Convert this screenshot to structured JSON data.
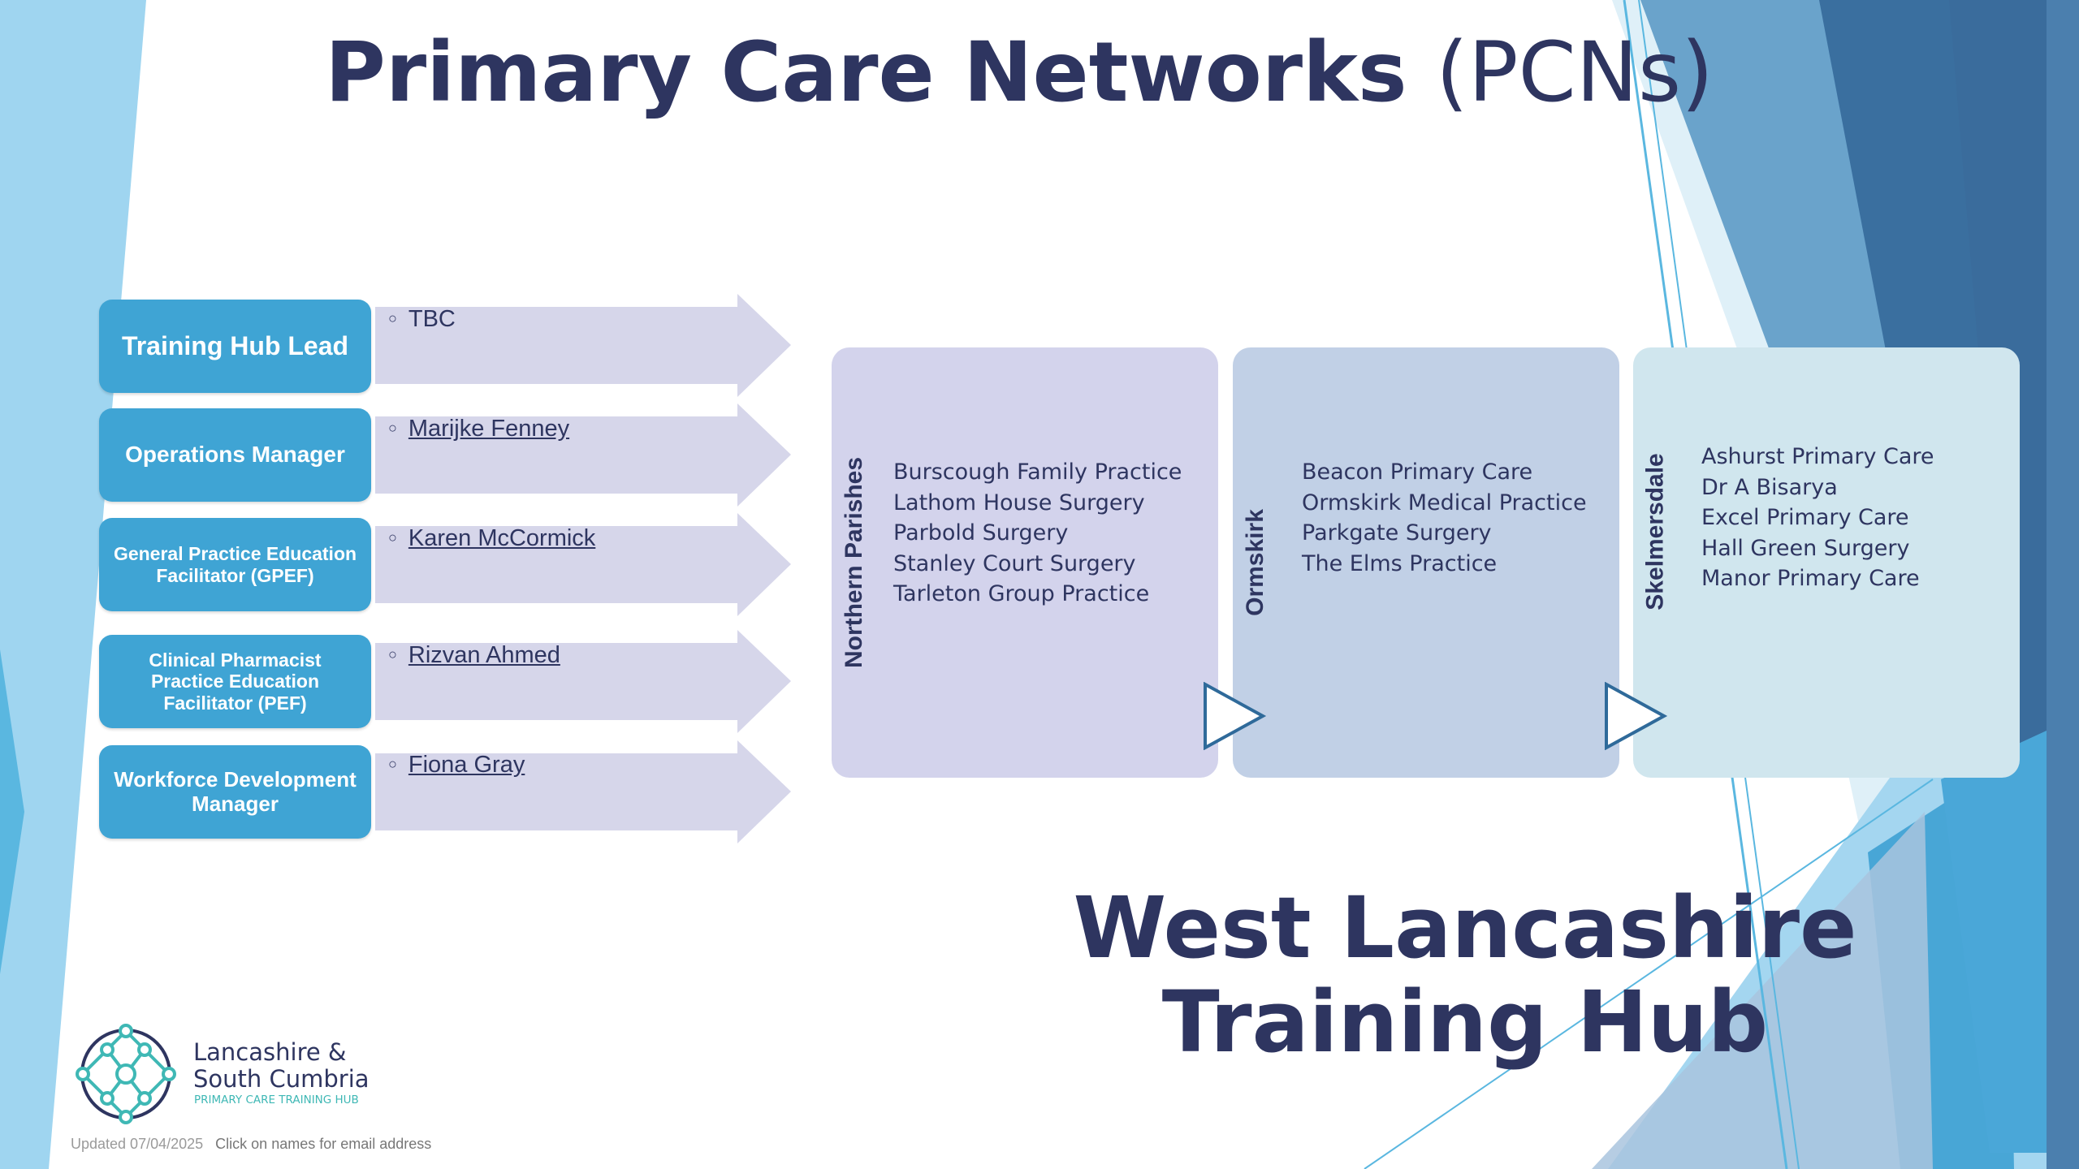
{
  "title": {
    "main": "Primary Care Networks",
    "abbr": "(PCNs)"
  },
  "roles": [
    {
      "role": "Training Hub Lead",
      "person": "TBC",
      "linked": false
    },
    {
      "role": "Operations Manager",
      "person": "Marijke Fenney",
      "linked": true
    },
    {
      "role": "General Practice Education Facilitator (GPEF)",
      "person": "Karen McCormick",
      "linked": true
    },
    {
      "role": "Clinical Pharmacist Practice Education Facilitator (PEF)",
      "person": "Rizvan Ahmed",
      "linked": true
    },
    {
      "role": "Workforce Development Manager",
      "person": "Fiona Gray",
      "linked": true
    }
  ],
  "pcns": [
    {
      "name": "Northern Parishes",
      "color": "#d3d3ec",
      "practices": [
        "Burscough Family Practice",
        "Lathom House Surgery",
        "Parbold Surgery",
        "Stanley Court Surgery",
        "Tarleton Group Practice"
      ]
    },
    {
      "name": "Ormskirk",
      "color": "#c1d0e6",
      "practices": [
        "Beacon Primary Care",
        "Ormskirk Medical Practice",
        "Parkgate Surgery",
        "The Elms Practice"
      ]
    },
    {
      "name": "Skelmersdale",
      "color": "#d0e6ee",
      "practices": [
        "Ashurst Primary Care",
        "Dr A Bisarya",
        "Excel Primary Care",
        "Hall Green Surgery",
        "Manor Primary Care"
      ]
    }
  ],
  "hub_title": {
    "line1": "West Lancashire",
    "line2": "Training Hub"
  },
  "logo": {
    "line1": "Lancashire &",
    "line2": "South Cumbria",
    "sub": "PRIMARY CARE TRAINING HUB"
  },
  "footer": {
    "updated": "Updated 07/04/2025",
    "note": "Click on names for email address"
  },
  "colors": {
    "accent": "#3fa4d4",
    "text": "#2e3560",
    "arrow": "#d6d6ea"
  }
}
